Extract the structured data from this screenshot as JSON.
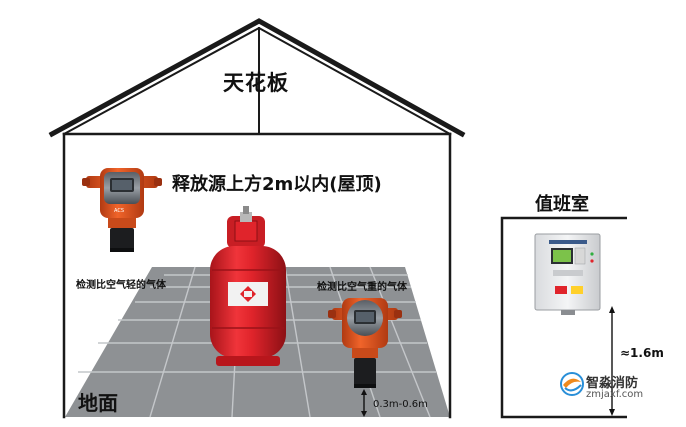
{
  "labels": {
    "ceiling": "天花板",
    "upper_zone": "释放源上方2m以内(屋顶)",
    "lighter_gas": "检测比空气轻的气体",
    "heavier_gas": "检测比空气重的气体",
    "floor": "地面",
    "floor_distance": "0.3m-0.6m",
    "duty_room": "值班室",
    "panel_height": "≈1.6m"
  },
  "brand": {
    "name": "智淼消防",
    "url": "zmjaxf.com"
  },
  "colors": {
    "detector_orange": "#e8501e",
    "cylinder_red": "#e0242b",
    "floor_tile": "#8e9194",
    "outline": "#1a1a1a",
    "brand_orange": "#f08a1c",
    "brand_blue": "#2a8fd8"
  }
}
